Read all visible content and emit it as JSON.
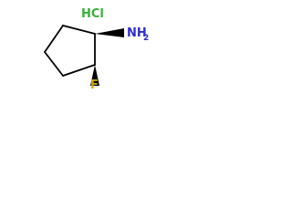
{
  "molecule": {
    "salt": "HCl",
    "amine_label": "NH",
    "amine_subscript": "2",
    "fluorine_label": "F"
  },
  "colors": {
    "bond": "#000000",
    "chlorine": "#39b139",
    "nitrogen": "#2d2dd0",
    "fluorine": "#c7ab10",
    "background": "#ffffff"
  }
}
